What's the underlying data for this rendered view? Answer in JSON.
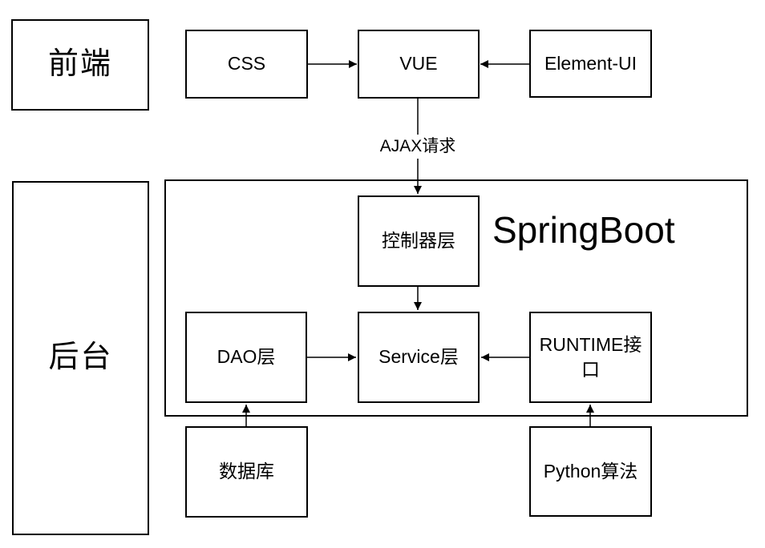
{
  "diagram": {
    "colors": {
      "background": "#ffffff",
      "line": "#000000",
      "text": "#000000"
    },
    "nodes": {
      "frontend": {
        "label": "前端"
      },
      "css": {
        "label": "CSS"
      },
      "vue": {
        "label": "VUE"
      },
      "element_ui": {
        "label": "Element-UI"
      },
      "backend": {
        "label": "后台"
      },
      "springboot": {
        "label": "SpringBoot"
      },
      "controller": {
        "label": "控制器层"
      },
      "dao": {
        "label": "DAO层"
      },
      "service": {
        "label": "Service层"
      },
      "runtime": {
        "label": "RUNTIME接口"
      },
      "database": {
        "label": "数据库"
      },
      "python": {
        "label": "Python算法"
      }
    },
    "edge_labels": {
      "ajax": "AJAX请求"
    },
    "edges": [
      {
        "from": "css",
        "to": "vue",
        "label": ""
      },
      {
        "from": "element_ui",
        "to": "vue",
        "label": ""
      },
      {
        "from": "vue",
        "to": "controller",
        "label": "AJAX请求"
      },
      {
        "from": "controller",
        "to": "service",
        "label": ""
      },
      {
        "from": "dao",
        "to": "service",
        "label": ""
      },
      {
        "from": "runtime",
        "to": "service",
        "label": ""
      },
      {
        "from": "database",
        "to": "dao",
        "label": ""
      },
      {
        "from": "python",
        "to": "runtime",
        "label": ""
      }
    ]
  }
}
